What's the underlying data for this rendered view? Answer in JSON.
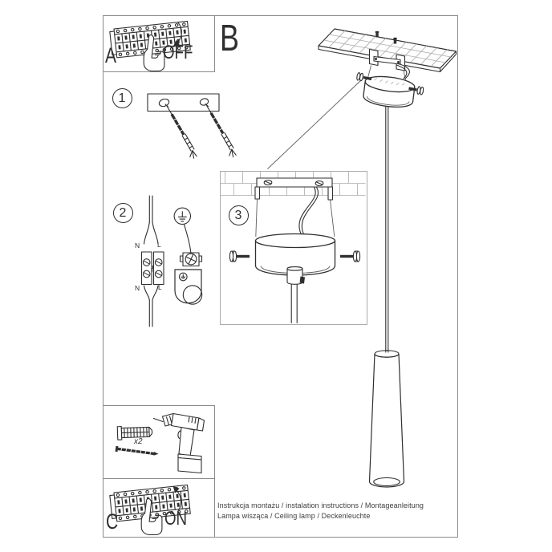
{
  "panel_a": {
    "label": "A",
    "state": "OFF"
  },
  "panel_b": {
    "label": "B"
  },
  "panel_c": {
    "label": "C",
    "state": "ON"
  },
  "steps": {
    "s1": "1",
    "s2": "2",
    "s3": "3"
  },
  "wiring_labels": {
    "top_n": "N",
    "top_l": "L",
    "bottom_n": "N",
    "bottom_l": "L"
  },
  "tools": {
    "anchor_qty": "x2"
  },
  "footer": {
    "line1": "Instrukcja montażu / instalation instructions / Montageanleitung",
    "line2": "Lampa wisząca / Ceiling lamp  / Deckenleuchte"
  }
}
